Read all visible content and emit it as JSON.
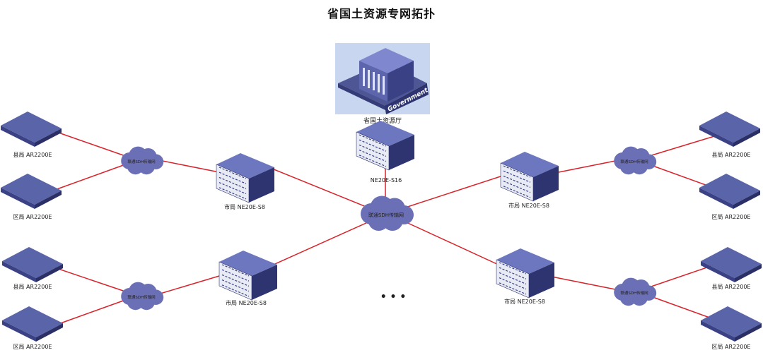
{
  "title": "省国土资源专网拓扑",
  "hq": {
    "label": "省国土资源厅",
    "building_sign": "Government"
  },
  "core": {
    "label": "NE20E-S16"
  },
  "backbone": {
    "label": "联通SDH传输网"
  },
  "ellipsis": "• • •",
  "branches": [
    {
      "city": "市局",
      "router": "NE20E-S8",
      "cloud": "联通SDH传输网",
      "sites": [
        {
          "name": "县局",
          "device": "AR2200E"
        },
        {
          "name": "区局",
          "device": "AR2200E"
        }
      ]
    },
    {
      "city": "市局",
      "router": "NE20E-S8",
      "cloud": "联通SDH传输网",
      "sites": [
        {
          "name": "县局",
          "device": "AR2200E"
        },
        {
          "name": "区局",
          "device": "AR2200E"
        }
      ]
    },
    {
      "city": "市局",
      "router": "NE20E-S8",
      "cloud": "联通SDH传输网",
      "sites": [
        {
          "name": "县局",
          "device": "AR2200E"
        },
        {
          "name": "区局",
          "device": "AR2200E"
        }
      ]
    },
    {
      "city": "市局",
      "router": "NE20E-S8",
      "cloud": "联通SDH传输网",
      "sites": [
        {
          "name": "县局",
          "device": "AR2200E"
        },
        {
          "name": "区局",
          "device": "AR2200E"
        }
      ]
    }
  ],
  "colors": {
    "link": "#d8232a",
    "device": "#5a64a8",
    "device_dark": "#2e3470",
    "cloud": "#6b6fb5",
    "hq_bg": "#c8d7ef"
  }
}
